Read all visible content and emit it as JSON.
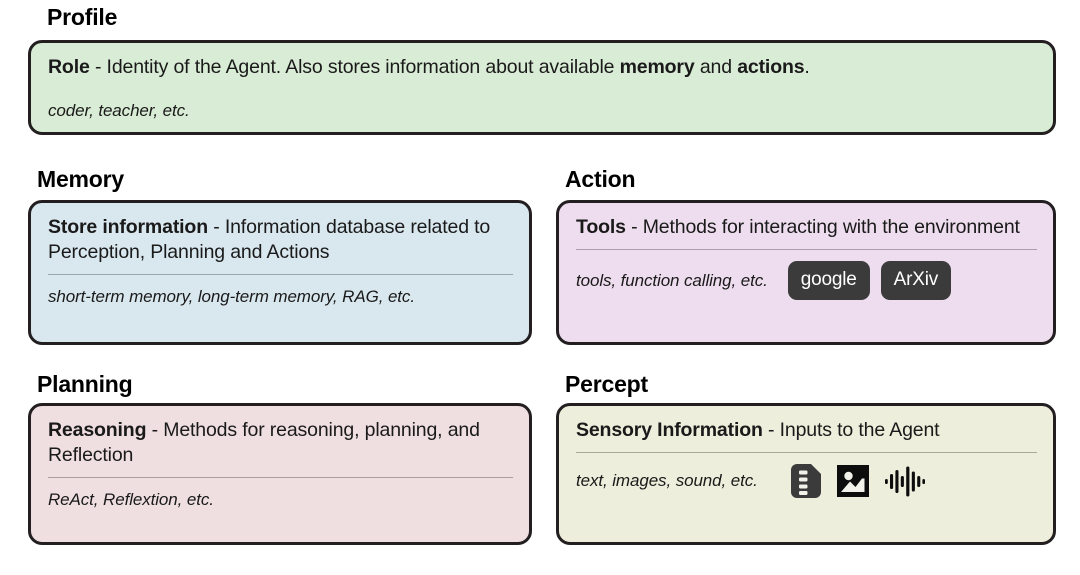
{
  "sections": [
    {
      "key": "profile",
      "heading": "Profile",
      "title_bold": "Role",
      "title_rest": " - Identity of the Agent. Also stores information about available ",
      "title_bold2": "memory",
      "title_mid2": " and ",
      "title_bold3": "actions",
      "title_tail": ".",
      "example": "coder, teacher, etc.",
      "bg_color": "#d9ecd5"
    },
    {
      "key": "memory",
      "heading": "Memory",
      "title_bold": "Store information",
      "title_rest": " - Information database related to Perception, Planning and Actions",
      "example": "short-term memory, long-term memory, RAG, etc.",
      "bg_color": "#d9e8ef"
    },
    {
      "key": "action",
      "heading": "Action",
      "title_bold": "Tools",
      "title_rest": " - Methods for interacting with the environment",
      "example": "tools, function calling, etc.",
      "chips": [
        "google",
        "ArXiv"
      ],
      "bg_color": "#eeddee"
    },
    {
      "key": "planning",
      "heading": "Planning",
      "title_bold": "Reasoning",
      "title_rest": " - Methods for reasoning, planning, and Reflection",
      "example": "ReAct, Reflextion, etc.",
      "bg_color": "#f0dfe0"
    },
    {
      "key": "percept",
      "heading": "Percept",
      "title_bold": "Sensory Information",
      "title_rest": " - Inputs to the Agent",
      "example": "text, images, sound, etc.",
      "icons": [
        "document-text-icon",
        "image-icon",
        "sound-wave-icon"
      ],
      "bg_color": "#eeeedc"
    }
  ],
  "chip_color": "#3b3b3b",
  "border_color": "#231f20"
}
